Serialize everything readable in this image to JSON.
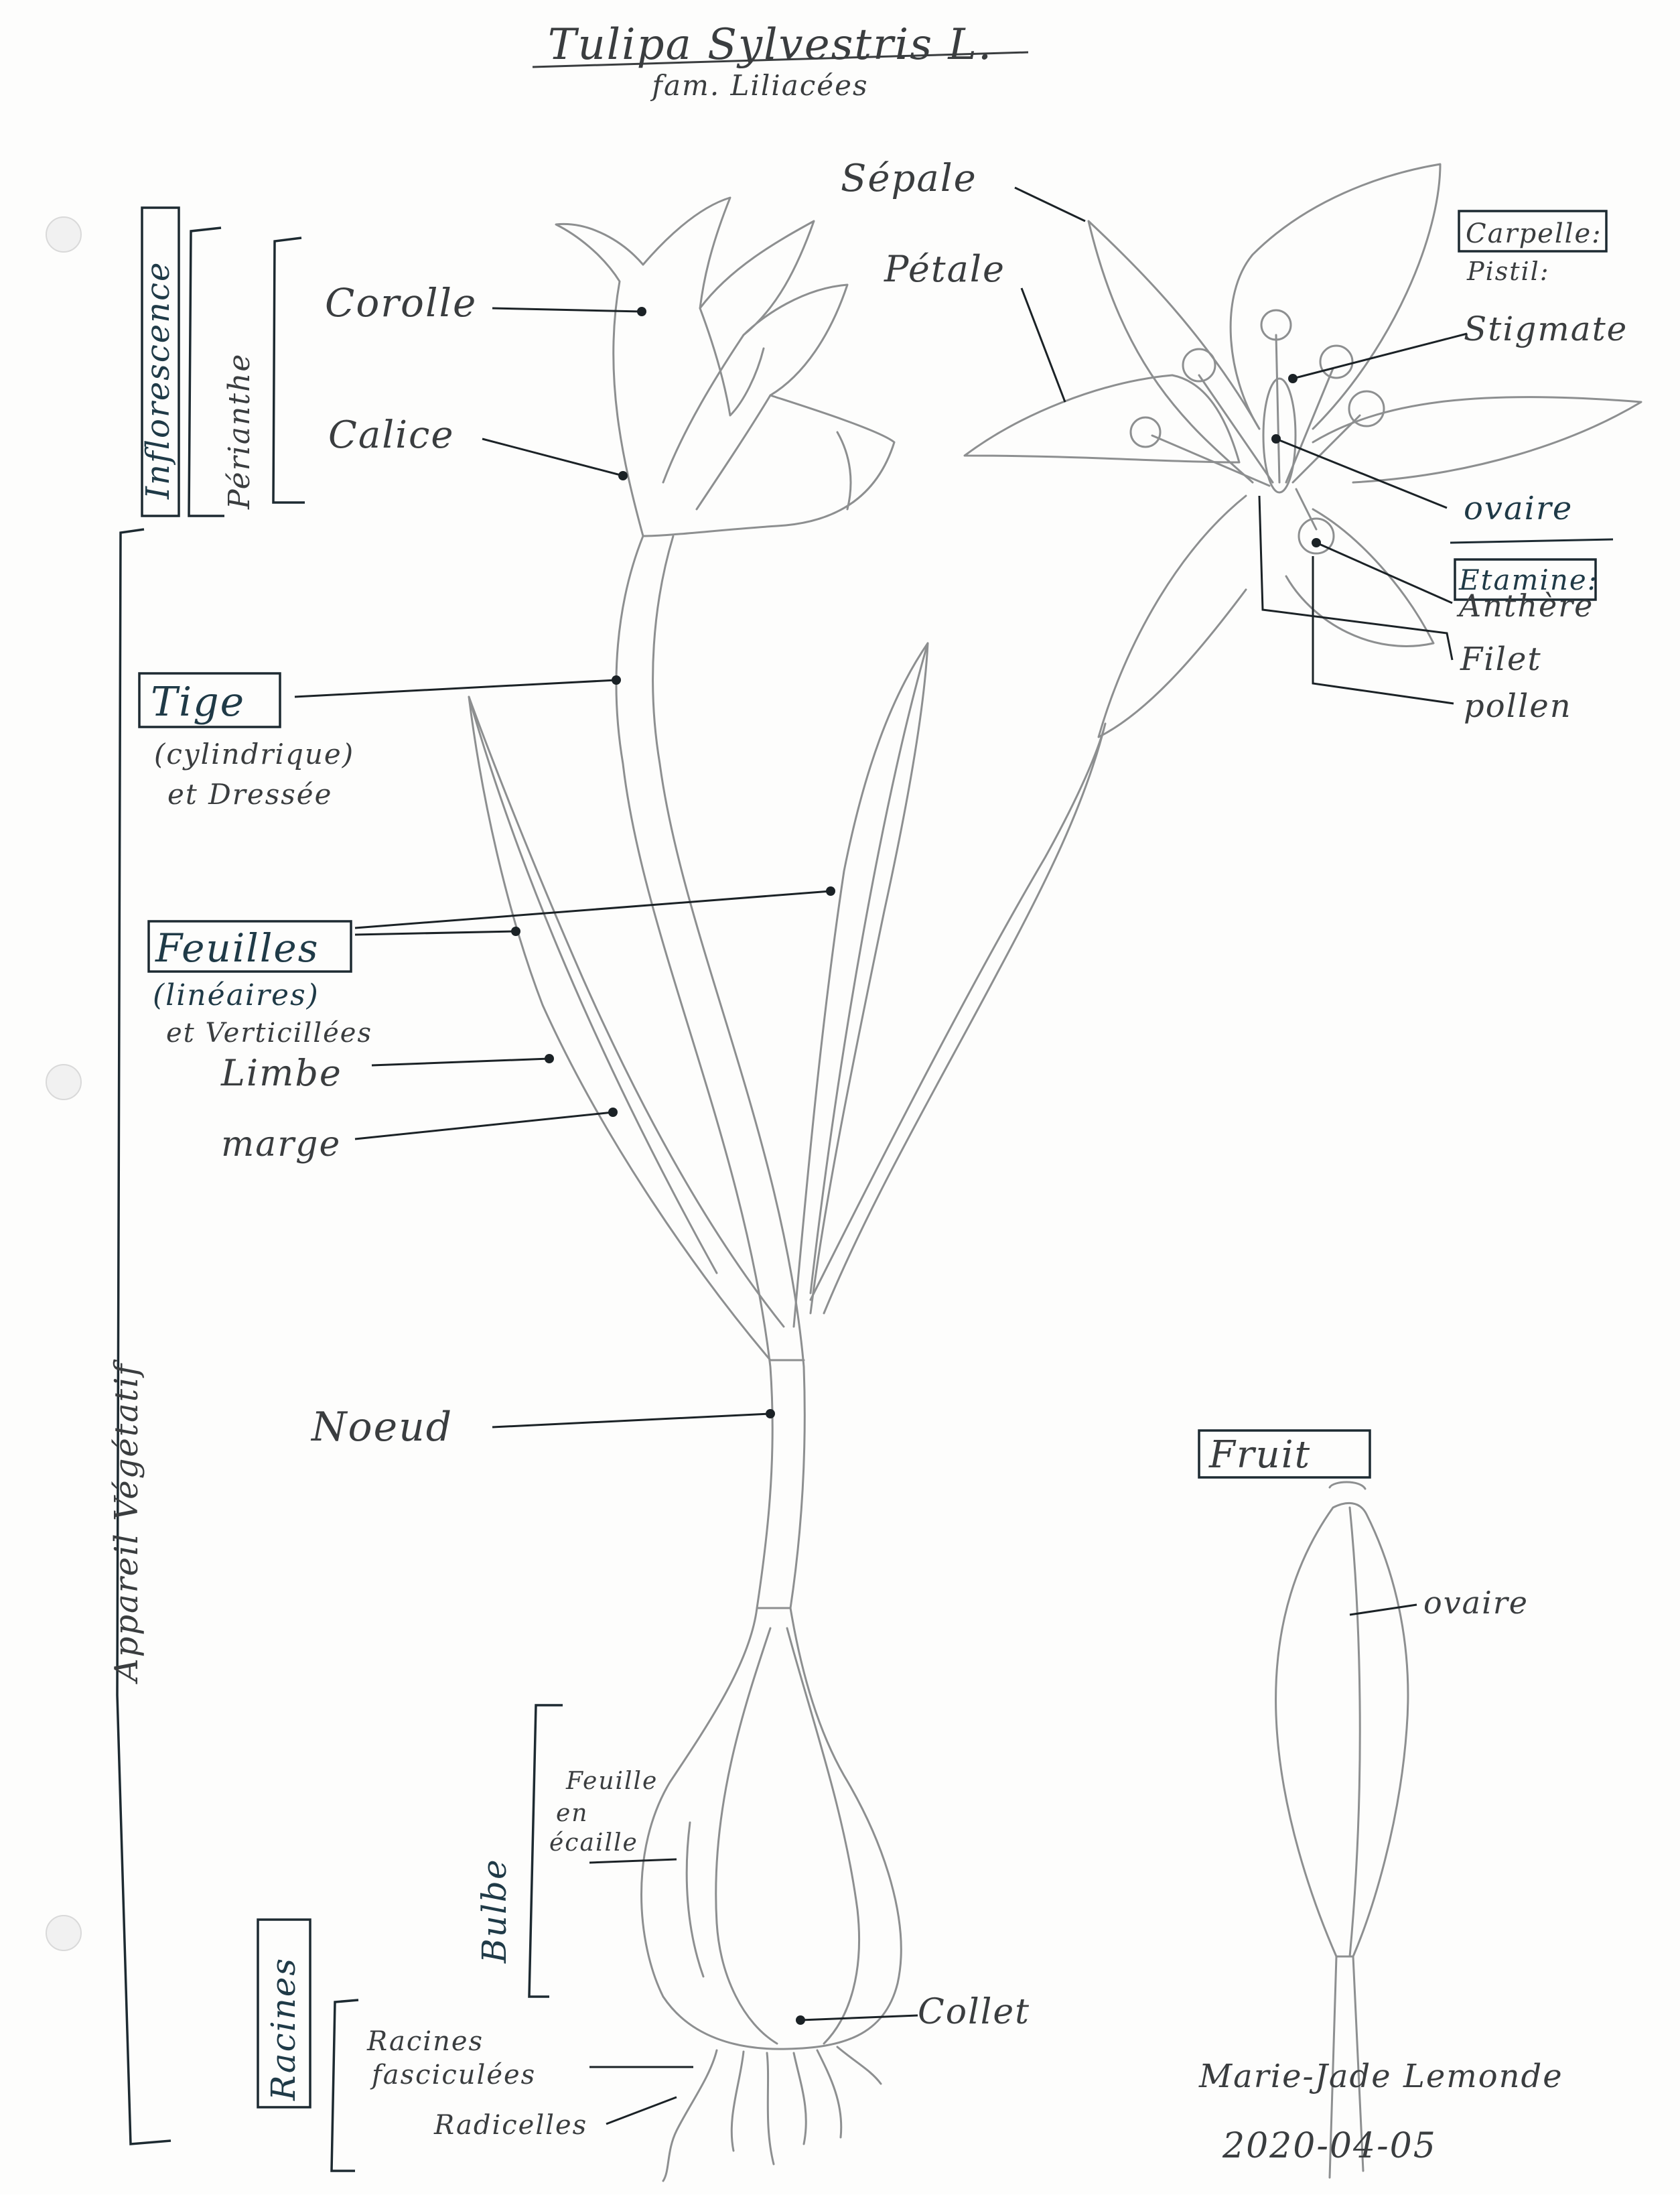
{
  "title": "Tulipa Sylvestris L.",
  "family": "fam. Liliacées",
  "groups": {
    "inflorescence": "Inflorescence",
    "perianthe": "Périanthe",
    "appareil_vegetatif": "Appareil Végétatif",
    "bulbe": "Bulbe",
    "racines": "Racines"
  },
  "labels": {
    "corolle": "Corolle",
    "calice": "Calice",
    "tige": "Tige",
    "tige_desc_1": "(cylindrique)",
    "tige_desc_2": "et Dressée",
    "feuilles": "Feuilles",
    "feuilles_desc_1": "(linéaires)",
    "feuilles_desc_2": "et Verticillées",
    "limbe": "Limbe",
    "marge": "marge",
    "noeud": "Noeud",
    "feuille_en_ecaille_1": "Feuille",
    "feuille_en_ecaille_2": "en",
    "feuille_en_ecaille_3": "écaille",
    "racines_fasciculees_1": "Racines",
    "racines_fasciculees_2": "fasciculées",
    "radicelles": "Radicelles",
    "collet": "Collet",
    "sepale": "Sépale",
    "petale": "Pétale",
    "carpelle": "Carpelle:",
    "pistil": "Pistil:",
    "stigmate": "Stigmate",
    "ovaire": "ovaire",
    "etamine": "Etamine:",
    "anthere": "Anthère",
    "filet": "Filet",
    "pollen": "pollen",
    "fruit": "Fruit",
    "fruit_ovaire": "ovaire"
  },
  "signature": "Marie-Jade Lemonde",
  "date": "2020-04-05"
}
